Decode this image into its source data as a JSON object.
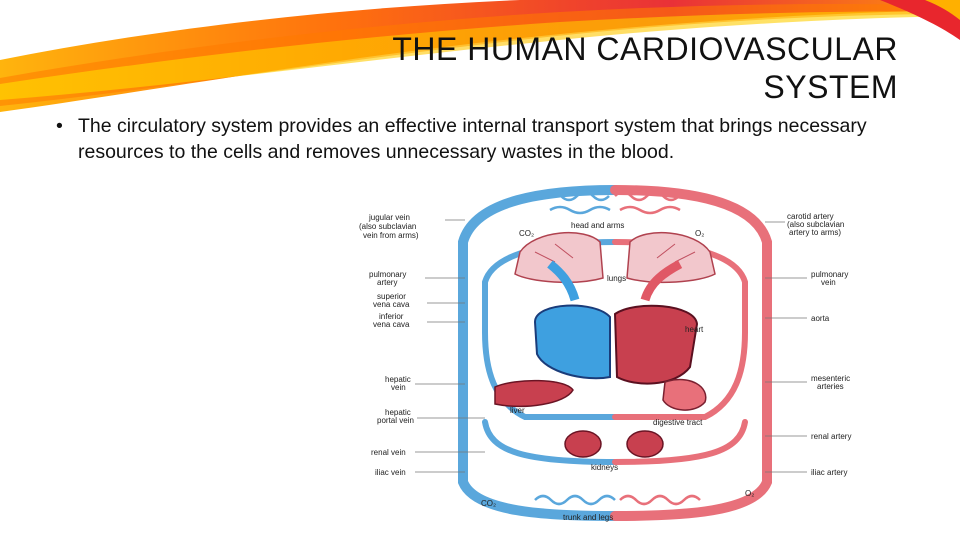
{
  "slide": {
    "title_line1": "THE HUMAN CARDIOVASCULAR",
    "title_line2": "SYSTEM",
    "bullet_symbol": "•",
    "bullet_text": "The circulatory system provides an effective internal transport system that brings necessary resources to the cells and removes unnecessary wastes in the blood."
  },
  "diagram": {
    "left_labels": {
      "jugular_l1": "jugular vein",
      "jugular_l2": "(also subclavian",
      "jugular_l3": "vein from arms)",
      "pulm_artery_l1": "pulmonary",
      "pulm_artery_l2": "artery",
      "svc_l1": "superior",
      "svc_l2": "vena cava",
      "ivc_l1": "inferior",
      "ivc_l2": "vena cava",
      "hepatic_vein_l1": "hepatic",
      "hepatic_vein_l2": "vein",
      "portal_l1": "hepatic",
      "portal_l2": "portal vein",
      "renal_vein": "renal vein",
      "iliac_vein": "iliac vein"
    },
    "right_labels": {
      "carotid_l1": "carotid artery",
      "carotid_l2": "(also subclavian",
      "carotid_l3": "artery to arms)",
      "pulm_vein_l1": "pulmonary",
      "pulm_vein_l2": "vein",
      "aorta": "aorta",
      "mesenteric_l1": "mesenteric",
      "mesenteric_l2": "arteries",
      "renal_artery": "renal artery",
      "iliac_artery": "iliac artery"
    },
    "center_labels": {
      "head_arms": "head and arms",
      "co2_top": "CO₂",
      "o2_top": "O₂",
      "lungs": "lungs",
      "heart": "heart",
      "liver": "liver",
      "digestive": "digestive tract",
      "kidneys": "kidneys",
      "co2_bottom": "CO₂",
      "o2_bottom": "O₂",
      "trunk_legs": "trunk and legs"
    },
    "colors": {
      "vein_blue": "#5aa7dc",
      "artery_red": "#e8707a",
      "organ_red": "#c8404f",
      "swoosh_red": "#e8262d",
      "swoosh_orange": "#f7941d",
      "swoosh_yellow": "#ffd400"
    }
  }
}
